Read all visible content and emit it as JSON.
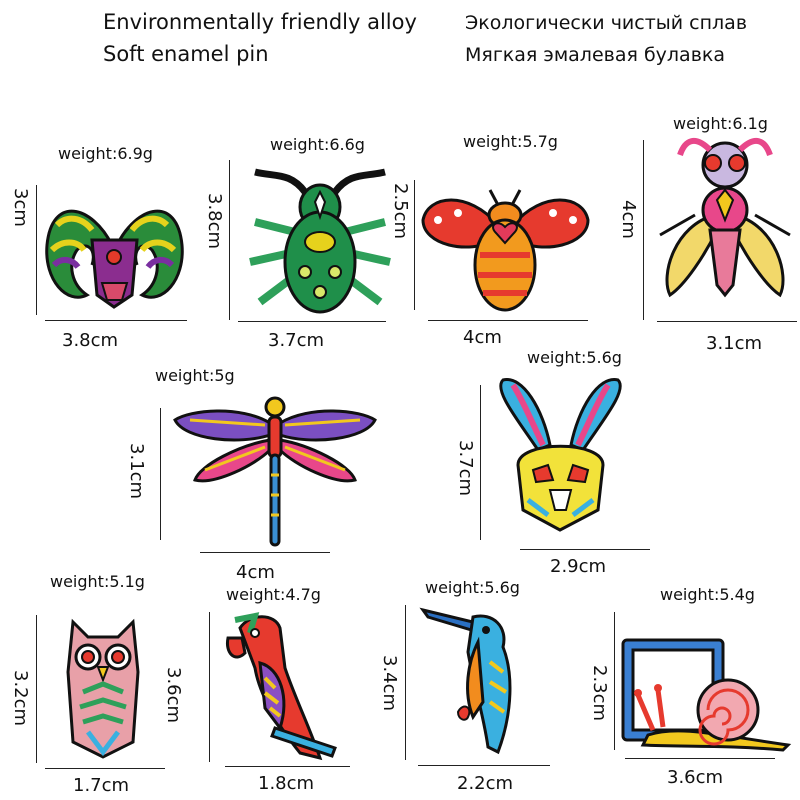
{
  "header": {
    "en_line1": "Environmentally friendly alloy",
    "en_line2": "Soft enamel pin",
    "ru_line1": "Экологически чистый сплав",
    "ru_line2": "Мягкая эмалевая булавка"
  },
  "pins": [
    {
      "id": "ram",
      "weight": "weight:6.9g",
      "width": "3.8cm",
      "height": "3cm"
    },
    {
      "id": "beetle",
      "weight": "weight:6.6g",
      "width": "3.7cm",
      "height": "3.8cm"
    },
    {
      "id": "bee",
      "weight": "weight:5.7g",
      "width": "4cm",
      "height": "2.5cm"
    },
    {
      "id": "fly",
      "weight": "weight:6.1g",
      "width": "3.1cm",
      "height": "4cm"
    },
    {
      "id": "dragonfly",
      "weight": "weight:5g",
      "width": "4cm",
      "height": "3.1cm"
    },
    {
      "id": "rabbit",
      "weight": "weight:5.6g",
      "width": "2.9cm",
      "height": "3.7cm"
    },
    {
      "id": "owl",
      "weight": "weight:5.1g",
      "width": "1.7cm",
      "height": "3.2cm"
    },
    {
      "id": "parrot",
      "weight": "weight:4.7g",
      "width": "1.8cm",
      "height": "3.6cm"
    },
    {
      "id": "kingfisher",
      "weight": "weight:5.6g",
      "width": "2.2cm",
      "height": "3.4cm"
    },
    {
      "id": "snail",
      "weight": "weight:5.4g",
      "width": "3.6cm",
      "height": "2.3cm"
    }
  ]
}
